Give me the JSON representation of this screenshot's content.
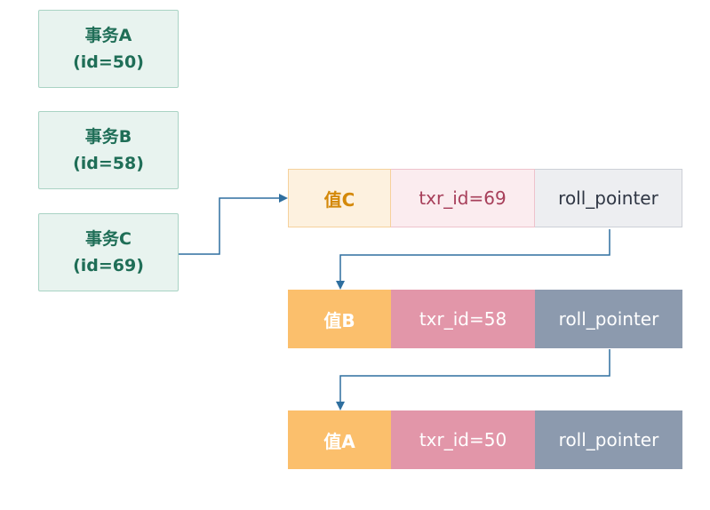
{
  "transactions": [
    {
      "name": "事务A",
      "id": "(id=50)"
    },
    {
      "name": "事务B",
      "id": "(id=58)"
    },
    {
      "name": "事务C",
      "id": "(id=69)"
    }
  ],
  "records": [
    {
      "value": "值C",
      "txr": "txr_id=69",
      "pointer": "roll_pointer"
    },
    {
      "value": "值B",
      "txr": "txr_id=58",
      "pointer": "roll_pointer"
    },
    {
      "value": "值A",
      "txr": "txr_id=50",
      "pointer": "roll_pointer"
    }
  ],
  "colors": {
    "transaction_fill": "#e8f3ef",
    "transaction_text": "#1f6e57",
    "value_cell": "#fbbf6c",
    "txr_cell": "#e296a9",
    "pointer_cell": "#8c9aae",
    "arrow": "#2f6f9f"
  }
}
